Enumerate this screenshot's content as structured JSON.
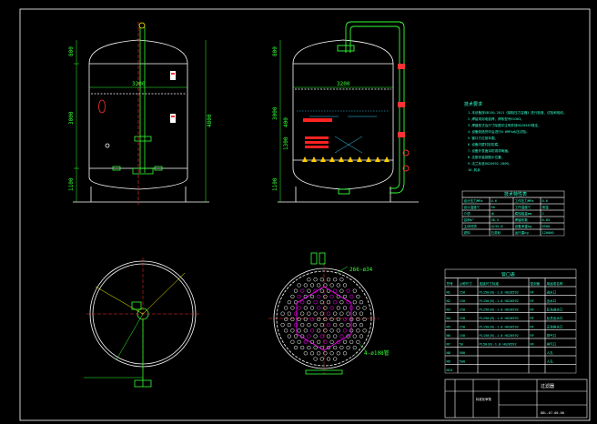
{
  "colors": {
    "background": "#000000",
    "frame": "#ffffff",
    "vessel": "#ffffff",
    "pipe": "#ffff00",
    "nozzle": "#33ff33",
    "dimension": "#33ff33",
    "center_line": "#ff3333",
    "media": "#ff2222",
    "table_text": "#33ffcc",
    "holes": "#ff00ff",
    "table_line": "#ffffff"
  },
  "front_view": {
    "dim_width": "3200",
    "dim_top": "800",
    "dim_middle": "3000",
    "dim_bottom": "1100",
    "dim_total": "4800"
  },
  "side_view": {
    "dim_width": "3200",
    "dim_top": "800",
    "dim_middle": "3000",
    "dim_lower": "1300",
    "dim_bottom": "1100",
    "dim_upper": "400"
  },
  "plate_view": {
    "hole_label": "266-ø34",
    "pipe_label": "4-ø108管"
  },
  "tech_notes": {
    "title": "技术要求",
    "lines": [
      "1.本设备按GB150-2011《钢制压力容器》进行制造、试验和验收。",
      "2.焊接采用电弧焊，焊条型号E4303。",
      "3.焊缝型式及尺寸除图中注明外按HG20583规定。",
      "4.设备制造完毕后进行0.6MPa水压试验。",
      "5.管口方位按本图。",
      "6.设备内壁衬胶防腐。",
      "7.设备外表面涂防锈漆两遍。",
      "8.支座安装按图示位置。",
      "9.法兰标准HG20592-2009。",
      "10.其余"
    ]
  },
  "design_table": {
    "title": "技术特性表",
    "rows": [
      [
        "设计压力MPa",
        "0.6",
        "工作压力MPa",
        "0.6"
      ],
      [
        "设计温度℃",
        "50",
        "工作温度℃",
        "常温"
      ],
      [
        "介质",
        "水",
        "腐蚀裕量mm",
        "2"
      ],
      [
        "容积m³",
        "38.5",
        "焊缝系数",
        "0.85"
      ],
      [
        "主体材质",
        "Q235-B",
        "设备净重kg",
        "8500"
      ],
      [
        "滤料",
        "石英砂",
        "运行重kg",
        "120000"
      ]
    ]
  },
  "nozzle_table": {
    "title": "管口表",
    "headers": [
      "符号",
      "公称尺寸",
      "连接尺寸标准",
      "密封面",
      "用途或名称"
    ],
    "rows": [
      [
        "N1",
        "150",
        "PL150(B)-1.0 HG20592",
        "RF",
        "进水口"
      ],
      [
        "N2",
        "150",
        "PL150(B)-1.0 HG20592",
        "RF",
        "出水口"
      ],
      [
        "N3",
        "250",
        "PL250(B)-1.0 HG20592",
        "RF",
        "反洗进水口"
      ],
      [
        "N4",
        "250",
        "PL250(B)-1.0 HG20592",
        "RF",
        "反洗出水口"
      ],
      [
        "N5",
        "150",
        "PL150(B)-1.0 HG20592",
        "RF",
        "正洗排水口"
      ],
      [
        "N6",
        "150",
        "PL150(B)-1.0 HG20592",
        "RF",
        "排气口"
      ],
      [
        "N7",
        "50",
        "PL50(B)-1.0 HG20592",
        "RF",
        "排气口"
      ],
      [
        "N8",
        "500",
        "",
        "",
        "人孔"
      ],
      [
        "N9",
        "500",
        "",
        "",
        "人孔"
      ],
      [
        "N10",
        "",
        "",
        "",
        ""
      ]
    ]
  },
  "title_block": {
    "name": "过滤器",
    "drawing_no": "DDL-07-00-00",
    "stamp": "标准化审核"
  }
}
